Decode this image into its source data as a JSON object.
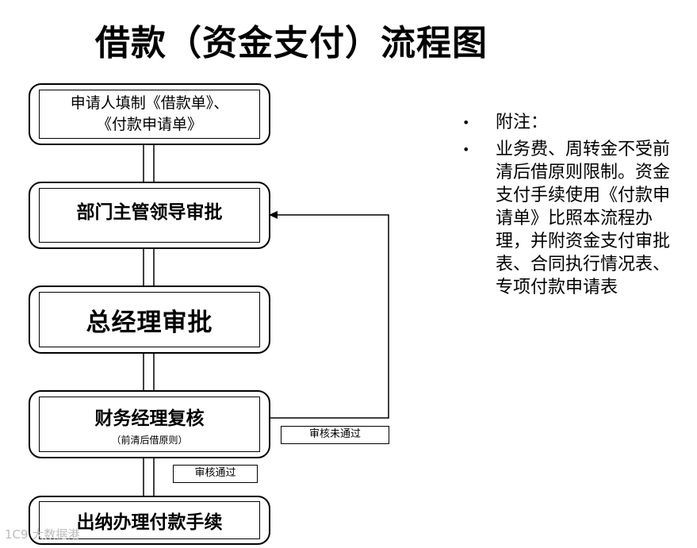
{
  "title": "借款（资金支付）流程图",
  "steps": [
    {
      "lines": [
        "申请人填制《借款单》、",
        "《付款申请单》"
      ]
    },
    {
      "text": "部门主管领导审批"
    },
    {
      "text": "总经理审批"
    },
    {
      "text": "财务经理复核",
      "subtext": "（前清后借原则）"
    },
    {
      "text": "出纳办理付款手续"
    }
  ],
  "labels": {
    "rejected": "审核未通过",
    "approved": "审核通过"
  },
  "notes": {
    "bullet": "•",
    "heading": "附注：",
    "body": "业务费、周转金不受前清后借原则限制。资金支付手续使用《付款申请单》比照本流程办理，并附资金支付审批表、合同执行情况表、专项付款申请表"
  },
  "watermark": "1C9 大数据港"
}
